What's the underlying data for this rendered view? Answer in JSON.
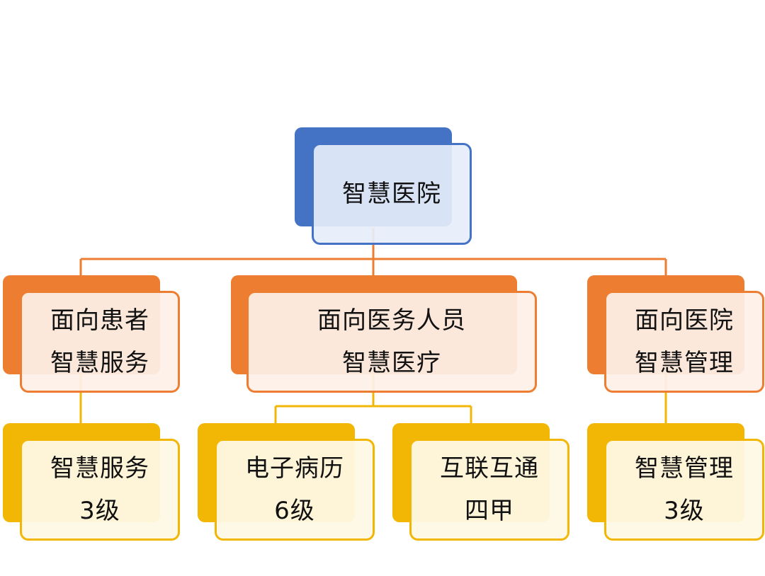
{
  "colors": {
    "root": "#4472c4",
    "level2": "#ed7d31",
    "level3": "#f2b705"
  },
  "root": {
    "lines": [
      "智慧医院"
    ]
  },
  "level2": [
    {
      "lines": [
        "面向患者",
        "智慧服务"
      ]
    },
    {
      "lines": [
        "面向医务人员",
        "智慧医疗"
      ]
    },
    {
      "lines": [
        "面向医院",
        "智慧管理"
      ]
    }
  ],
  "level3": [
    {
      "parent": 0,
      "lines": [
        "智慧服务",
        "3级"
      ]
    },
    {
      "parent": 1,
      "lines": [
        "电子病历",
        "6级"
      ]
    },
    {
      "parent": 1,
      "lines": [
        "互联互通",
        "四甲"
      ]
    },
    {
      "parent": 2,
      "lines": [
        "智慧管理",
        "3级"
      ]
    }
  ]
}
